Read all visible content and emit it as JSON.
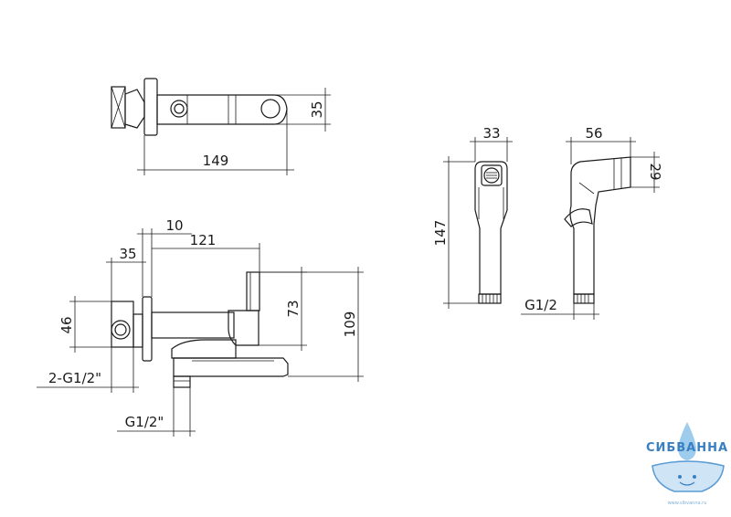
{
  "dimensions": {
    "top_view_height": "35",
    "top_view_length": "149",
    "front_offset": "10",
    "front_wall_depth": "35",
    "front_length": "121",
    "front_height_73": "73",
    "front_height_109": "109",
    "front_inlet_diameter": "46",
    "thread_inlets": "2-G1/2\"",
    "thread_outlet": "G1/2\"",
    "sprayer_width": "33",
    "sprayer_length": "147",
    "sprayer_side_width": "56",
    "sprayer_head": "29",
    "sprayer_thread": "G1/2"
  },
  "logo": {
    "name": "СИБВАННА",
    "url": "www.sibvanna.ru",
    "colors": {
      "text": "#3a7fc1",
      "drop": "#8cc3ea",
      "tub": "#5a9bd3"
    }
  }
}
